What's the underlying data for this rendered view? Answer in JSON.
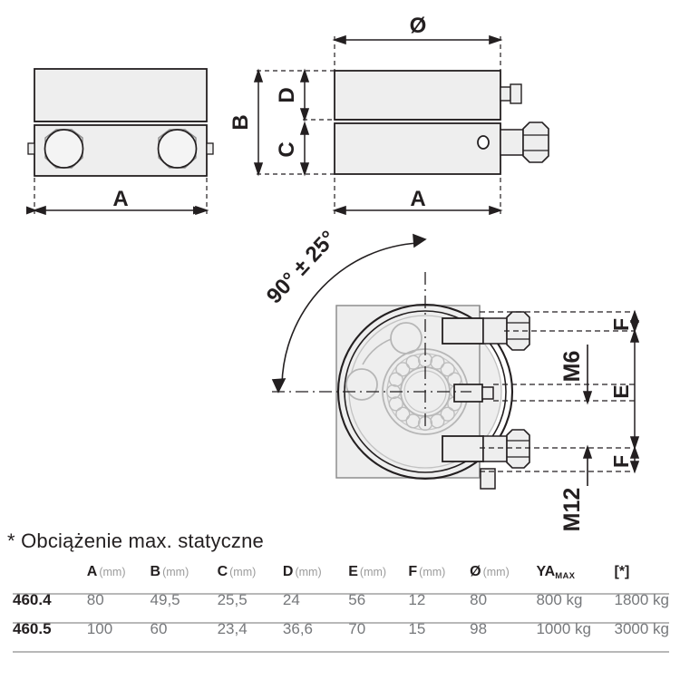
{
  "drawing": {
    "views": {
      "top_left": {
        "name": "front-view-with-hex-bolts",
        "dimension_labels": [
          "A"
        ]
      },
      "top_right": {
        "name": "side-view",
        "dimension_labels": [
          "Ø",
          "A",
          "B",
          "C",
          "D"
        ]
      },
      "bottom": {
        "name": "plan-view-rotary-plate",
        "dimension_labels": [
          "E",
          "F",
          "F"
        ],
        "thread_labels": [
          "M6",
          "M12"
        ],
        "angle_label": "90° ± 25°"
      }
    },
    "labels": {
      "A_left": "A",
      "A_right": "A",
      "diameter": "Ø",
      "B": "B",
      "C": "C",
      "D": "D",
      "E": "E",
      "F_top": "F",
      "F_bottom": "F",
      "M6": "M6",
      "M12": "M12",
      "angle": "90° ± 25°"
    },
    "colors": {
      "line": "#231f20",
      "fill": "#eeeeee",
      "fill_dark": "#e6e6e6",
      "light_line": "#b0b0b0",
      "rule": "#b8b8b8"
    }
  },
  "note": "* Obciążenie max. statyczne",
  "table": {
    "headers": [
      {
        "label": "",
        "unit": ""
      },
      {
        "label": "A",
        "unit": "(mm)"
      },
      {
        "label": "B",
        "unit": "(mm)"
      },
      {
        "label": "C",
        "unit": "(mm)"
      },
      {
        "label": "D",
        "unit": "(mm)"
      },
      {
        "label": "E",
        "unit": "(mm)"
      },
      {
        "label": "F",
        "unit": "(mm)"
      },
      {
        "label": "Ø",
        "unit": "(mm)"
      },
      {
        "label": "YA",
        "sub": "MAX",
        "unit": ""
      },
      {
        "label": "[*]",
        "unit": ""
      }
    ],
    "rows": [
      {
        "model": "460.4",
        "A": "80",
        "B": "49,5",
        "C": "25,5",
        "D": "24",
        "E": "56",
        "F": "12",
        "D_dia": "80",
        "YA_max": "800 kg",
        "star": "1800 kg"
      },
      {
        "model": "460.5",
        "A": "100",
        "B": "60",
        "C": "23,4",
        "D": "36,6",
        "E": "70",
        "F": "15",
        "D_dia": "98",
        "YA_max": "1000 kg",
        "star": "3000 kg"
      }
    ]
  }
}
